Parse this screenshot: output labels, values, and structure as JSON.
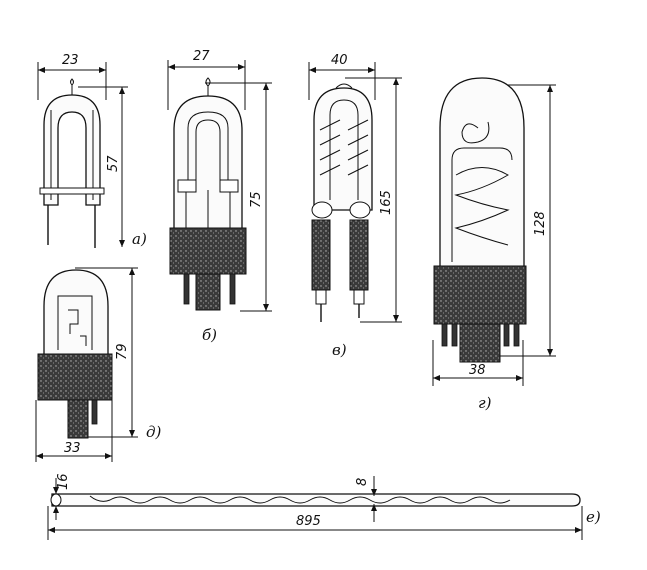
{
  "lamps": {
    "a": {
      "caption": "а)",
      "width": "23",
      "height": "57"
    },
    "b": {
      "caption": "б)",
      "width": "27",
      "height": "75"
    },
    "v": {
      "caption": "в)",
      "width": "40",
      "height": "165"
    },
    "g": {
      "caption": "г)",
      "width": "38",
      "height": "128"
    },
    "d": {
      "caption": "д)",
      "width": "33",
      "height": "79"
    },
    "e": {
      "caption": "е)",
      "length": "895",
      "tube_diameter": "16",
      "spiral_diameter": "8"
    }
  },
  "colors": {
    "ink": "#111111",
    "paper": "#ffffff",
    "stipple": "#2e2e2e"
  }
}
